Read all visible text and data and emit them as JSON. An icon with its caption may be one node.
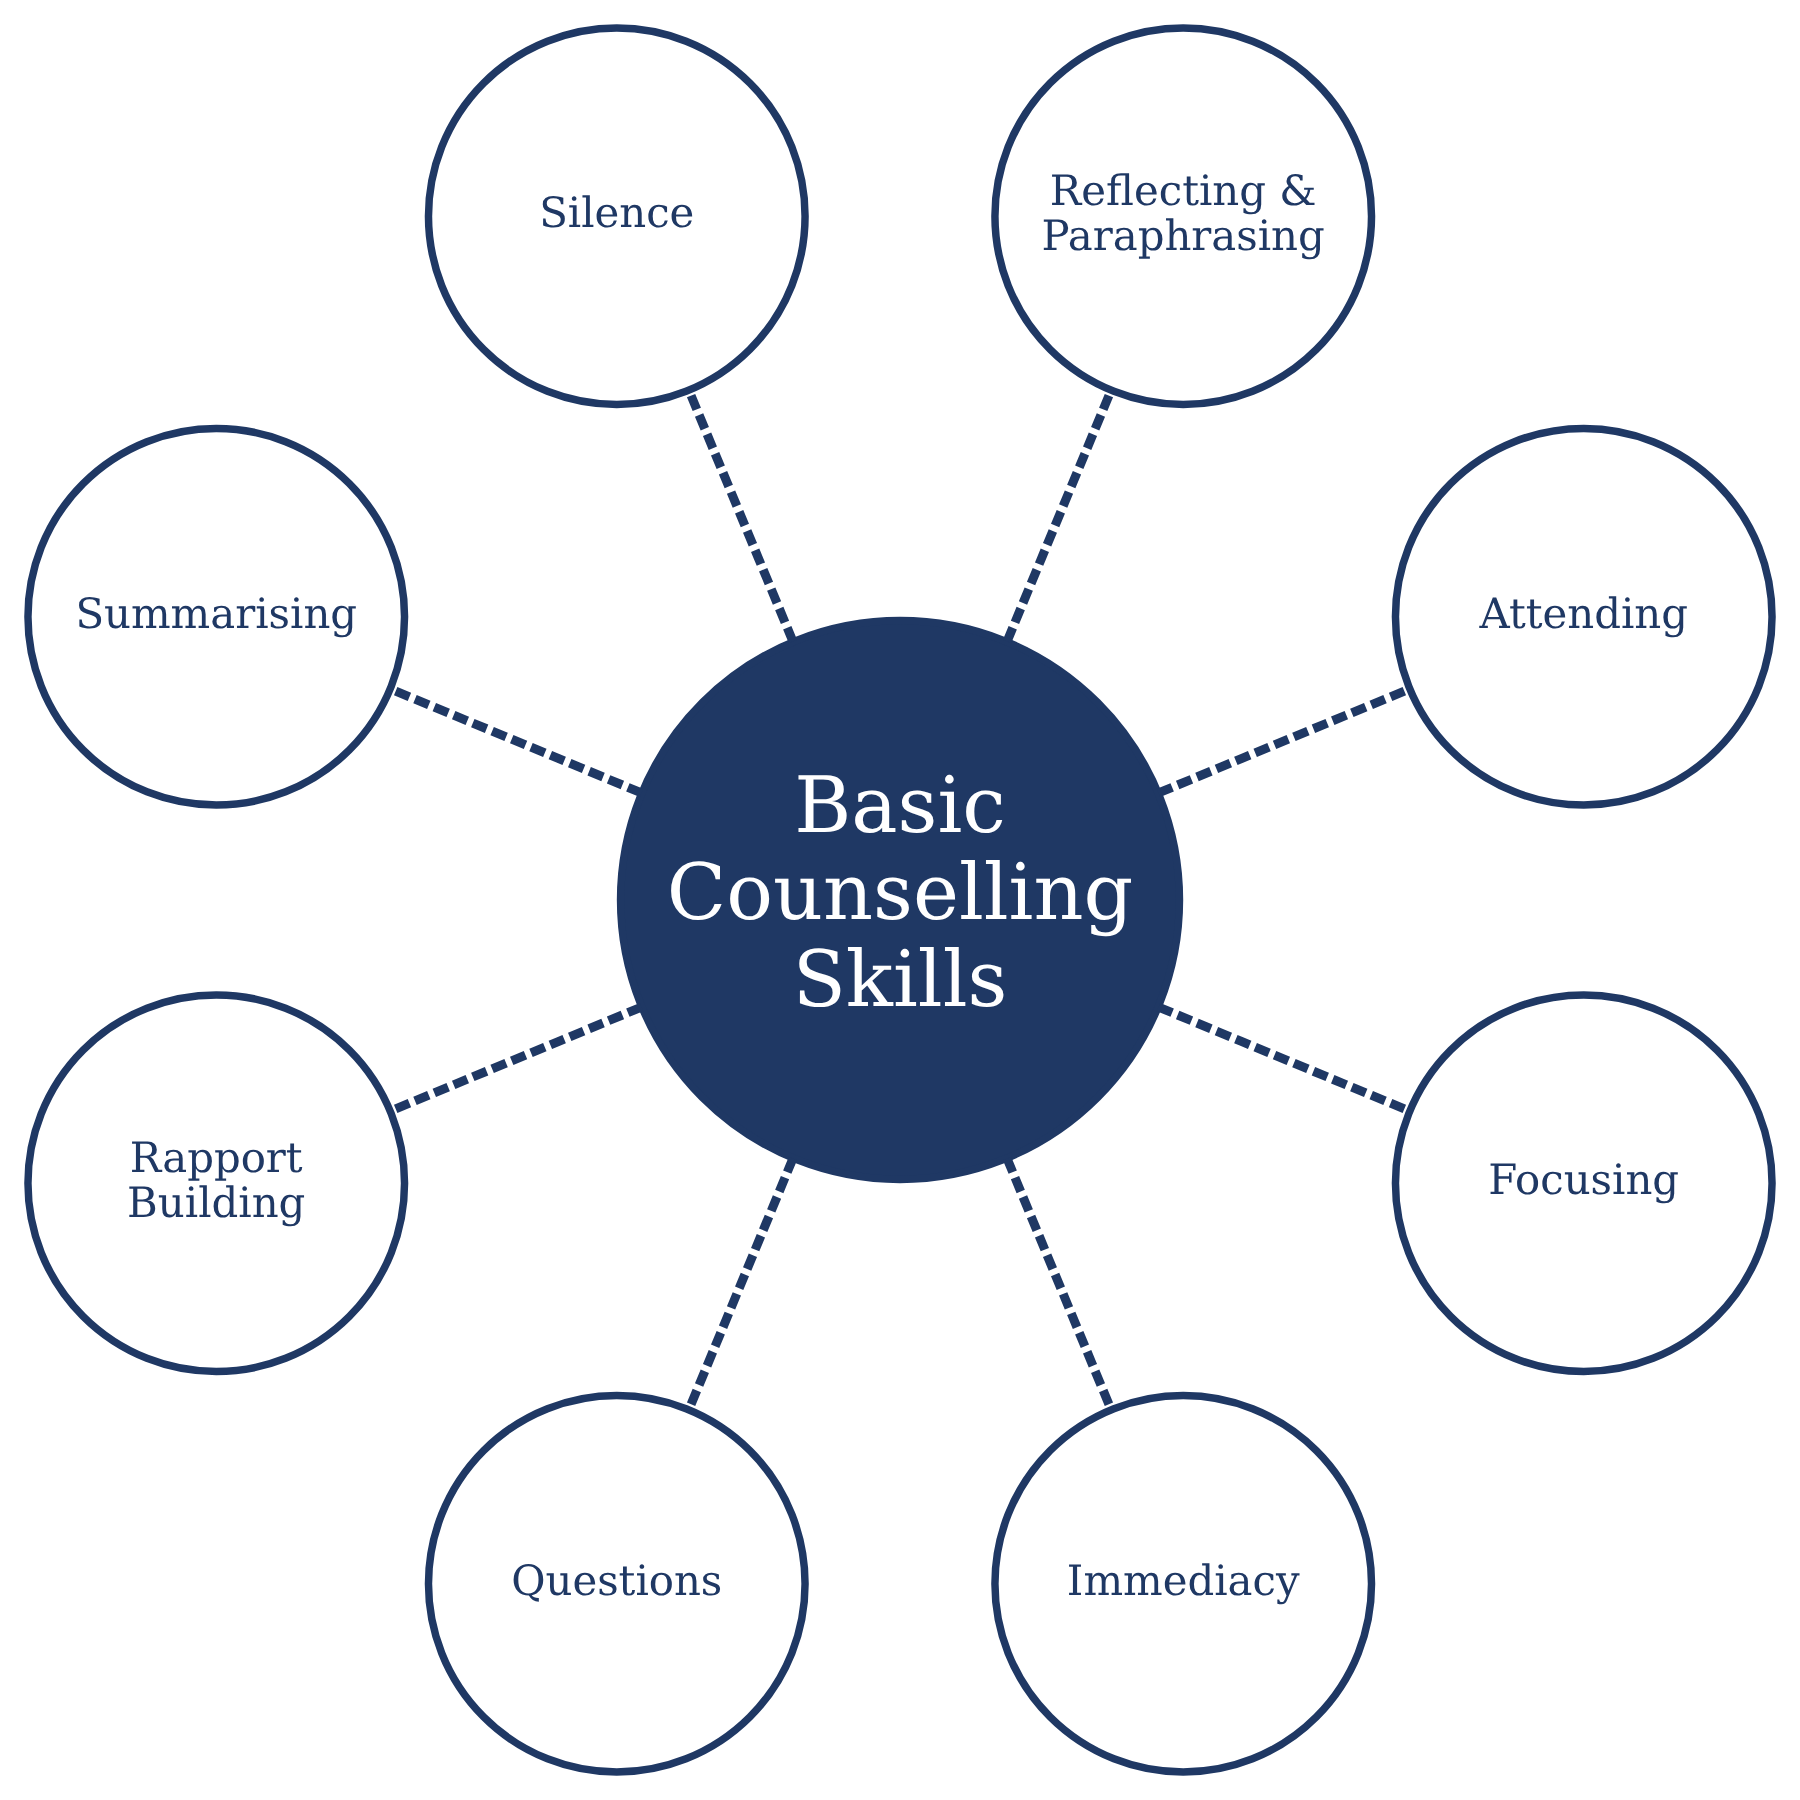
{
  "diagram": {
    "nodes": [
      {
        "text": [
          "Basic Counselling Skills"
        ]
      },
      {
        "text": [
          "Attending"
        ]
      },
      {
        "text": [
          "Reflecting & Paraphrasing"
        ]
      },
      {
        "text": [
          "Silence"
        ]
      },
      {
        "text": [
          "Summarising"
        ]
      },
      {
        "text": [
          "Rapport Building"
        ]
      },
      {
        "text": [
          "Questions"
        ]
      },
      {
        "text": [
          "Immediacy"
        ]
      },
      {
        "text": [
          "Focusing"
        ]
      }
    ],
    "edges": [
      {
        "from": 0,
        "to": 1,
        "arrow": "none",
        "style": "dashed"
      },
      {
        "from": 0,
        "to": 2,
        "arrow": "none",
        "style": "dashed"
      },
      {
        "from": 0,
        "to": 4,
        "arrow": "none",
        "style": "dashed"
      },
      {
        "from": 0,
        "to": 6,
        "arrow": "none",
        "style": "dashed"
      },
      {
        "from": 0,
        "to": 8,
        "arrow": "none",
        "style": "dashed"
      },
      {
        "from": 0,
        "to": 7,
        "arrow": "none",
        "style": "dashed"
      },
      {
        "from": 0,
        "to": 5,
        "arrow": "none",
        "style": "dashed"
      },
      {
        "from": 0,
        "to": 3,
        "arrow": "none",
        "style": "dashed"
      }
    ]
  }
}
